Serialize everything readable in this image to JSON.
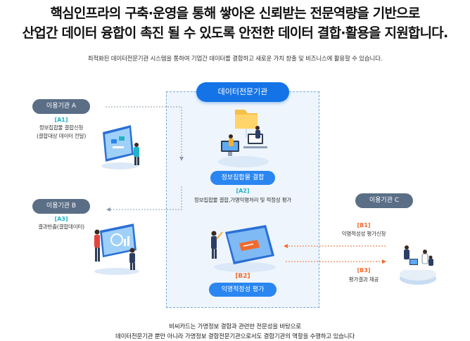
{
  "header": {
    "line1": "핵심인프라의 구축·운영을 통해 쌓아온 신뢰받는 전문역량을 기반으로",
    "line2": "산업간 데이터 융합이 촉진 될 수 있도록 안전한 데이터 결합·활용을 지원합니다.",
    "subtitle": "최적화된 데이터전문기관 시스템을 통하여 기업간 데이터를 결합하고 새로운 가치 창출 및 비즈니스에 활용할 수 있습니다."
  },
  "center": {
    "title": "데이터전문기관",
    "step1_label": "정보집합물 결합",
    "a2_tag": "[A2]",
    "a2_desc": "정보집합물 결합,가명익명처리 및 적정성 평가",
    "b2_tag": "[B2]",
    "step2_label": "익명적정성 평가"
  },
  "org_a": {
    "label": "이용기관 A",
    "a1_tag": "[A1]",
    "a1_desc_line1": "정보집합물 결합신청",
    "a1_desc_line2": "(결합대상 데이터 전달)"
  },
  "org_b": {
    "label": "이용기관 B",
    "a3_tag": "[A3]",
    "a3_desc": "결과반출(결합데이터)"
  },
  "org_c": {
    "label": "이용기관 C",
    "b1_tag": "[B1]",
    "b1_desc": "익명적성성 평가신청",
    "b3_tag": "[B3]",
    "b3_desc": "평가결과 제공"
  },
  "footer": {
    "line1": "비씨카드는 가명정보 결합과 관련한 전문성을 바탕으로",
    "line2": "데이터전문기관 뿐만 아니라 가명정보 결합전문기관으로서도 결합기관의 역할을 수행하고 있습니다"
  },
  "colors": {
    "primary_blue": "#1473e6",
    "pill_blue": "#2a86f0",
    "org_gray": "#5a6e86",
    "teal": "#20b2c8",
    "orange": "#f26a2d",
    "box_bg": "#eef5fc"
  }
}
